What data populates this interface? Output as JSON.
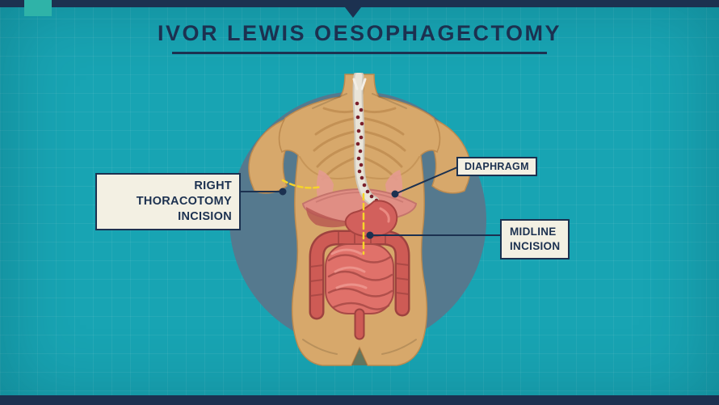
{
  "title": "IVOR LEWIS OESOPHAGECTOMY",
  "labels": {
    "right_thoracotomy": {
      "line1": "RIGHT THORACOTOMY",
      "line2": "INCISION"
    },
    "diaphragm": {
      "text": "DIAPHRAGM"
    },
    "midline": {
      "line1": "MIDLINE",
      "line2": "INCISION"
    }
  },
  "colors": {
    "background_teal": "#18A4B3",
    "navy": "#1C3150",
    "label_background": "#F3F0E3",
    "backdrop_circle": "#55798E",
    "skin": "#D7A86B",
    "skin_outline": "#BC8A4F",
    "diaphragm_pink": "#E08E84",
    "organ_red": "#CE5B55",
    "tumor_dot": "#7A1E2A",
    "incision_yellow": "#F6D42A"
  }
}
